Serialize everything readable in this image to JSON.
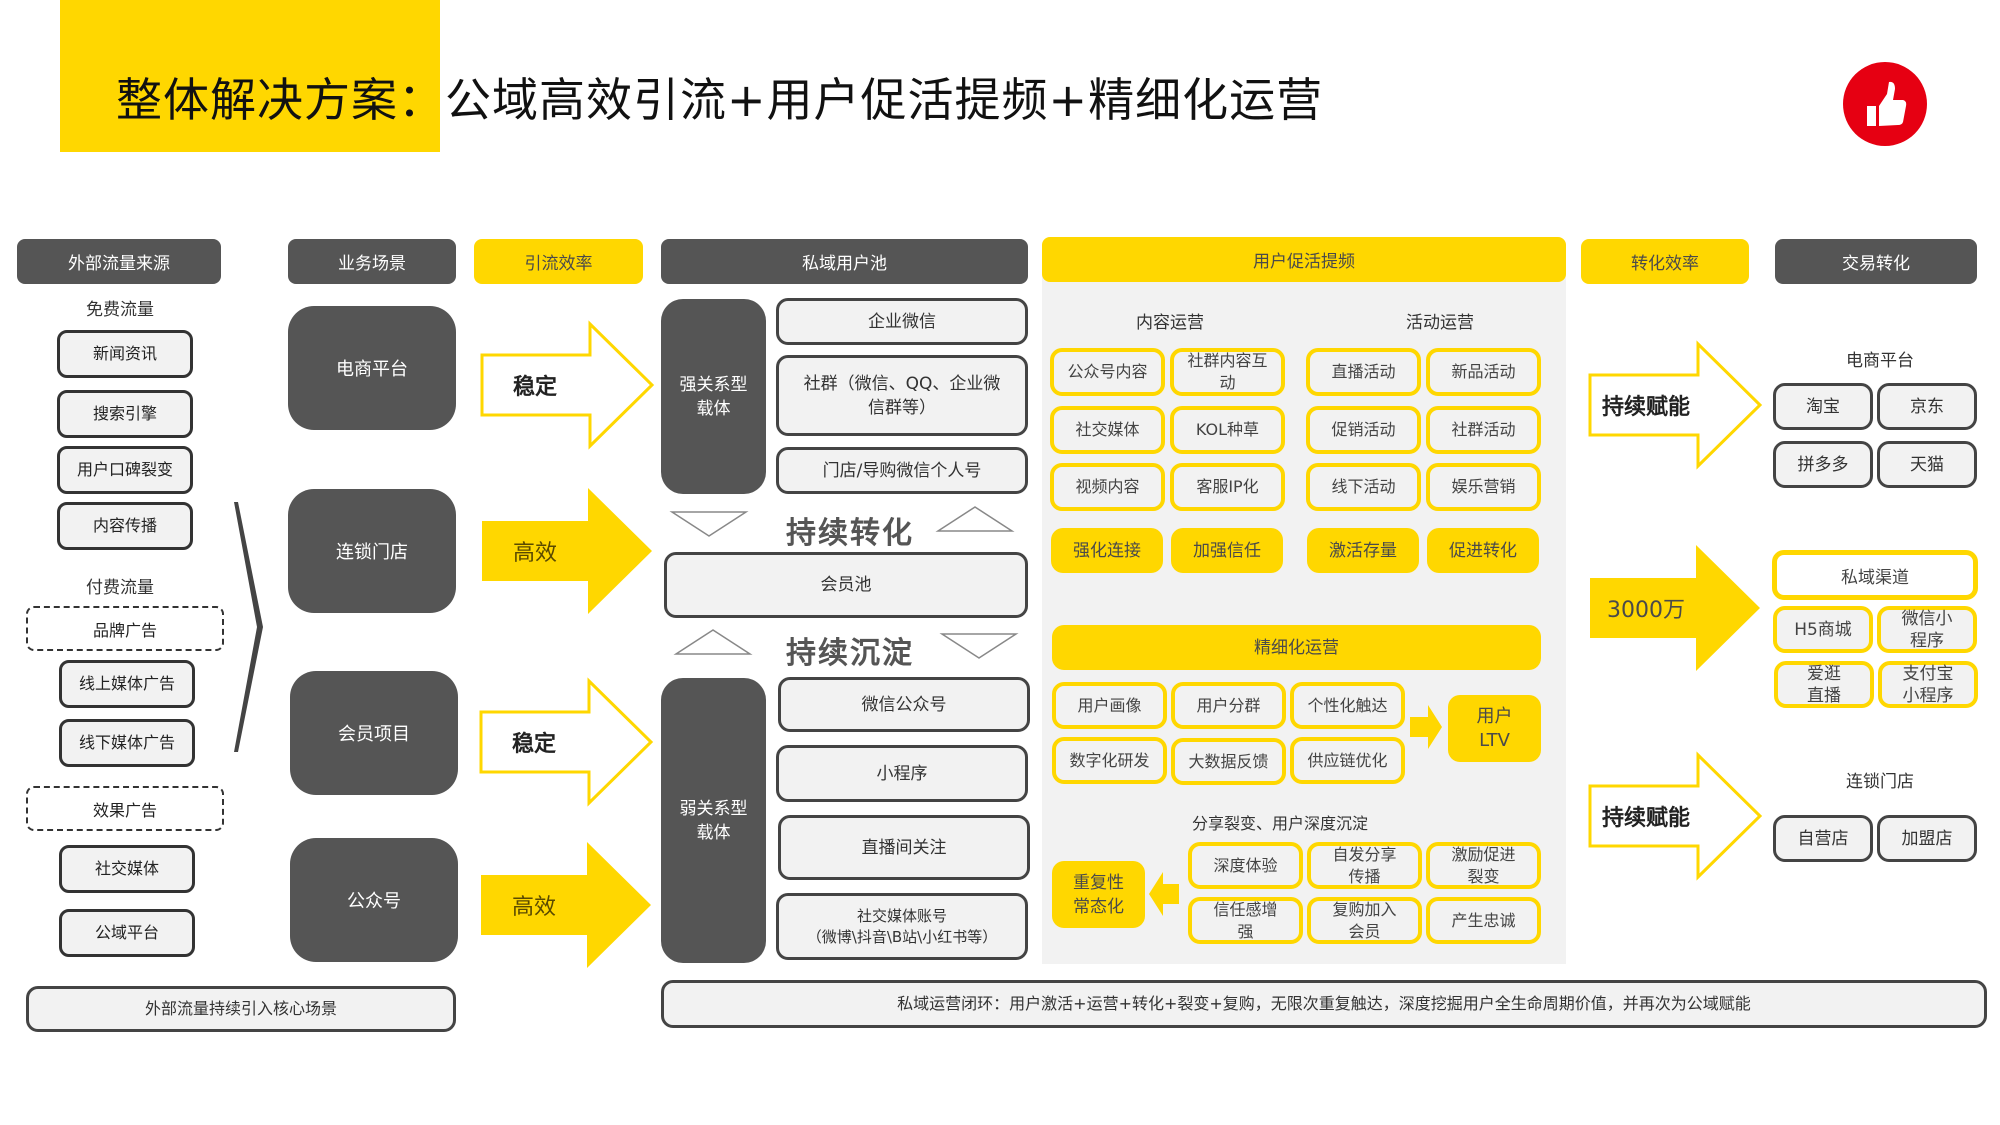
{
  "title": {
    "prefix": "整体解决方案：",
    "main": "公域高效引流+用户促活提频+精细化运营"
  },
  "icons": {
    "brand": "thumbs-up-icon"
  },
  "colors": {
    "accent": "#FFD700",
    "dark": "#555555",
    "panel": "#F2F2F2",
    "badge": "#E60012"
  },
  "external_sources": {
    "header": "外部流量来源",
    "free_label": "免费流量",
    "free_items": [
      "新闻资讯",
      "搜索引擎",
      "用户口碑裂变",
      "内容传播"
    ],
    "paid_label": "付费流量",
    "paid_group_1": "品牌广告",
    "paid_group_1_items": [
      "线上媒体广告",
      "线下媒体广告"
    ],
    "paid_group_2": "效果广告",
    "paid_group_2_items": [
      "社交媒体",
      "公域平台"
    ],
    "footer": "外部流量持续引入核心场景"
  },
  "scenes": {
    "header": "业务场景",
    "items": [
      "电商平台",
      "连锁门店",
      "会员项目",
      "公众号"
    ]
  },
  "traffic_efficiency": {
    "header": "引流效率",
    "arrows": [
      "稳定",
      "高效",
      "稳定",
      "高效"
    ]
  },
  "private_pool": {
    "header": "私域用户池",
    "strong_carrier": "强关系型载体",
    "strong_items": [
      "企业微信",
      "社群（微信、QQ、企业微信群等）",
      "门店/导购微信个人号"
    ],
    "convert_label": "持续转化",
    "member_pool": "会员池",
    "deposit_label": "持续沉淀",
    "weak_carrier": "弱关系型载体",
    "weak_items": [
      "微信公众号",
      "小程序",
      "直播间关注",
      "社交媒体账号\n（微博\\抖音\\B站\\小红书等）"
    ]
  },
  "activation": {
    "header": "用户促活提频",
    "content_ops": {
      "label": "内容运营",
      "items": [
        "公众号内容",
        "社群内容互动",
        "社交媒体",
        "KOL种草",
        "视频内容",
        "客服IP化"
      ],
      "outcomes": [
        "强化连接",
        "加强信任"
      ]
    },
    "activity_ops": {
      "label": "活动运营",
      "items": [
        "直播活动",
        "新品活动",
        "促销活动",
        "社群活动",
        "线下活动",
        "娱乐营销"
      ],
      "outcomes": [
        "激活存量",
        "促进转化"
      ]
    },
    "refined_ops": {
      "header": "精细化运营",
      "items": [
        "用户画像",
        "用户分群",
        "个性化触达",
        "数字化研发",
        "大数据反馈",
        "供应链优化"
      ],
      "result": "用户LTV"
    },
    "sharing": {
      "label": "分享裂变、用户深度沉淀",
      "items": [
        "深度体验",
        "自发分享传播",
        "激励促进裂变",
        "信任感增强",
        "复购加入会员",
        "产生忠诚"
      ],
      "result": "重复性常态化"
    }
  },
  "conversion_efficiency": {
    "header": "转化效率",
    "arrows": [
      "持续赋能",
      "3000万",
      "持续赋能"
    ]
  },
  "transactions": {
    "header": "交易转化",
    "ecommerce": {
      "label": "电商平台",
      "items": [
        "淘宝",
        "京东",
        "拼多多",
        "天猫"
      ]
    },
    "private_channel": {
      "label": "私域渠道",
      "items": [
        "H5商城",
        "微信小程序",
        "爱逛直播",
        "支付宝小程序"
      ]
    },
    "chain_store": {
      "label": "连锁门店",
      "items": [
        "自营店",
        "加盟店"
      ]
    }
  },
  "loop_footer": "私域运营闭环：用户激活+运营+转化+裂变+复购，无限次重复触达，深度挖掘用户全生命周期价值，并再次为公域赋能"
}
